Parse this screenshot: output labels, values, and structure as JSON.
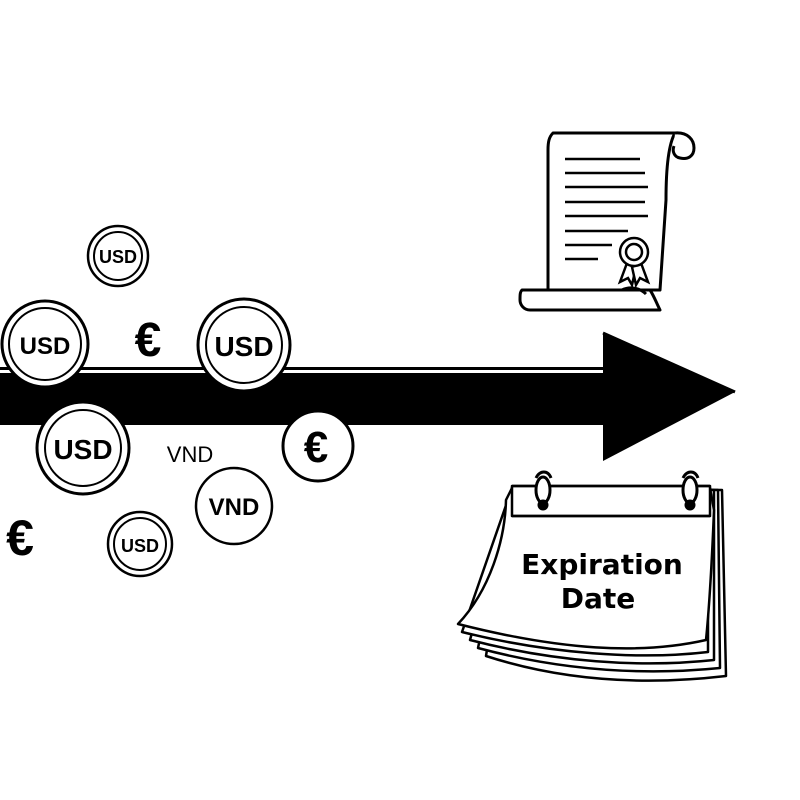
{
  "coins": {
    "usd_1": "USD",
    "usd_2": "USD",
    "usd_3": "USD",
    "usd_4": "USD",
    "usd_5": "USD",
    "euro_coin": "€",
    "vnd_coin": "VND"
  },
  "loose": {
    "euro_1": "€",
    "euro_2": "€",
    "vnd_text": "VND"
  },
  "calendar": {
    "line1": "Expiration",
    "line2": "Date"
  },
  "icons": {
    "arrow": "arrow-right-icon",
    "certificate": "certificate-scroll-icon",
    "calendar": "calendar-icon"
  }
}
